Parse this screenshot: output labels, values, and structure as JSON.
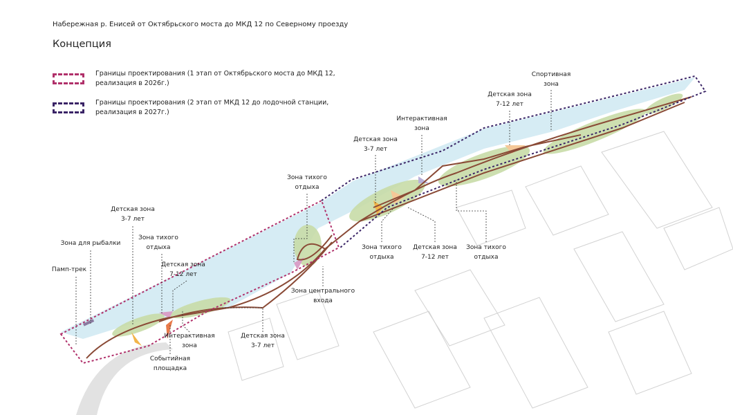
{
  "header": {
    "subtitle": "Набережная р. Енисей от Октябрьского моста до МКД 12 по Северному проезду",
    "title": "Концепция"
  },
  "legend": [
    {
      "text": "Границы проектирования (1 этап от Октябрьского моста до МКД 12, реализация в 2026г.)",
      "color": "#b0306a"
    },
    {
      "text": "Границы проектирования (2 этап от МКД 12 до лодочной станции, реализация в 2027г.)",
      "color": "#3a2466"
    }
  ],
  "colors": {
    "water": "#d6ecf4",
    "path": "#8a4a36",
    "trees": "#c8dca8",
    "buildings": "#cfcfcf"
  },
  "labels": [
    {
      "l1": "Спортивная",
      "l2": "зона"
    },
    {
      "l1": "Детская зона",
      "l2": "7-12 лет"
    },
    {
      "l1": "Интерактивная",
      "l2": "зона"
    },
    {
      "l1": "Детская зона",
      "l2": "3-7 лет"
    },
    {
      "l1": "Зона тихого",
      "l2": "отдыха"
    },
    {
      "l1": "Детская зона",
      "l2": "3-7 лет"
    },
    {
      "l1": "Зона для рыбалки",
      "l2": ""
    },
    {
      "l1": "Зона тихого",
      "l2": "отдыха"
    },
    {
      "l1": "Памп-трек",
      "l2": ""
    },
    {
      "l1": "Детская зона",
      "l2": "7-12 лет"
    },
    {
      "l1": "Зона центрального",
      "l2": "входа"
    },
    {
      "l1": "Зона тихого",
      "l2": "отдыха"
    },
    {
      "l1": "Детская зона",
      "l2": "7-12 лет"
    },
    {
      "l1": "Зона тихого",
      "l2": "отдыха"
    },
    {
      "l1": "Интерактивная",
      "l2": "зона"
    },
    {
      "l1": "Детская зона",
      "l2": "3-7 лет"
    },
    {
      "l1": "Событийная",
      "l2": "площадка"
    }
  ]
}
